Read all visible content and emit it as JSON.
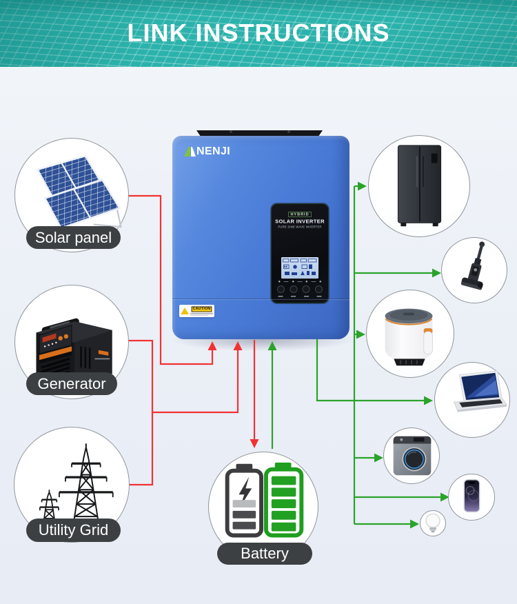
{
  "header": {
    "title": "LINK INSTRUCTIONS"
  },
  "inverter": {
    "brand": "NENJI",
    "display": {
      "badge": "HYBRID",
      "title": "SOLAR INVERTER",
      "subtitle": "PURE SINE WAVE INVERTER"
    },
    "caution_label": "CAUTION"
  },
  "sources": [
    {
      "id": "solar-panel",
      "label": "Solar panel",
      "icon": "solar-panel-icon"
    },
    {
      "id": "generator",
      "label": "Generator",
      "icon": "generator-icon"
    },
    {
      "id": "utility-grid",
      "label": "Utility Grid",
      "icon": "utility-grid-icon"
    }
  ],
  "battery": {
    "label": "Battery",
    "icon": "battery-icon"
  },
  "appliances": [
    {
      "id": "refrigerator",
      "icon": "refrigerator-icon"
    },
    {
      "id": "vacuum-cleaner",
      "icon": "vacuum-cleaner-icon"
    },
    {
      "id": "air-fryer",
      "icon": "air-fryer-icon"
    },
    {
      "id": "laptop",
      "icon": "laptop-icon"
    },
    {
      "id": "washing-machine",
      "icon": "washing-machine-icon"
    },
    {
      "id": "smartphone",
      "icon": "smartphone-icon"
    },
    {
      "id": "light-bulb",
      "icon": "light-bulb-icon"
    }
  ],
  "colors": {
    "header_teal": "#2cb2ac",
    "line_red": "#f23232",
    "line_green": "#2aa32a",
    "inverter_blue": "#4a7cd7",
    "label_bg": "#3d4043"
  }
}
